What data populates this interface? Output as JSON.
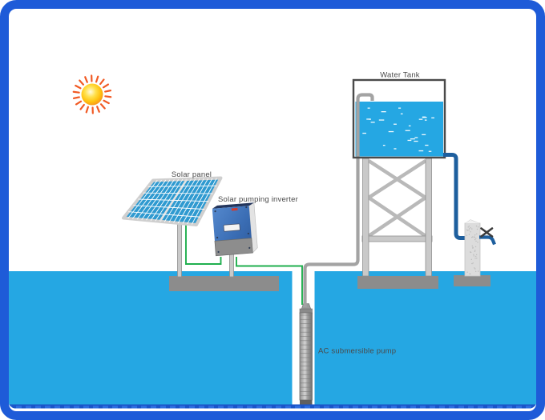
{
  "diagram": {
    "labels": {
      "solar_panel": "Solar panel",
      "inverter": "Solar pumping inverter",
      "water_tank": "Water Tank",
      "pump": "AC submersible pump"
    },
    "colors": {
      "frame": "#1e5bd8",
      "ground": "#25a7e3",
      "tank_water": "#25a7e3",
      "wire": "#1faf4e",
      "pipe": "#a3a3a3",
      "outlet_pipe": "#1e5f9e",
      "panel_cell": "#2f9ad0",
      "inverter_body": "#3b6eb5",
      "pad": "#8c8c8c",
      "sun_core": "#ffd94d",
      "sun_rays": "#f15a24",
      "label_text": "#4a4a4a"
    }
  }
}
